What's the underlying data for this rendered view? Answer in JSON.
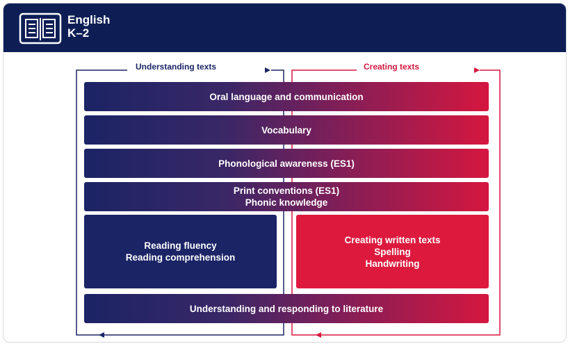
{
  "header": {
    "title": "English",
    "subtitle": "K–2",
    "icon": "open-book-icon",
    "background_color": "#0e1e55"
  },
  "loops": {
    "left_label": "Understanding texts",
    "right_label": "Creating texts",
    "left_color": "#1b2465",
    "right_color": "#d5173f"
  },
  "bars": [
    {
      "lines": [
        "Oral language and communication"
      ]
    },
    {
      "lines": [
        "Vocabulary"
      ]
    },
    {
      "lines": [
        "Phonological awareness (ES1)"
      ]
    },
    {
      "lines": [
        "Print conventions (ES1)",
        "Phonic knowledge"
      ]
    }
  ],
  "split": {
    "left_lines": [
      "Reading fluency",
      "Reading comprehension"
    ],
    "right_lines": [
      "Creating written texts",
      "Spelling",
      "Handwriting"
    ]
  },
  "bottom_bar": {
    "lines": [
      "Understanding and responding to literature"
    ]
  }
}
